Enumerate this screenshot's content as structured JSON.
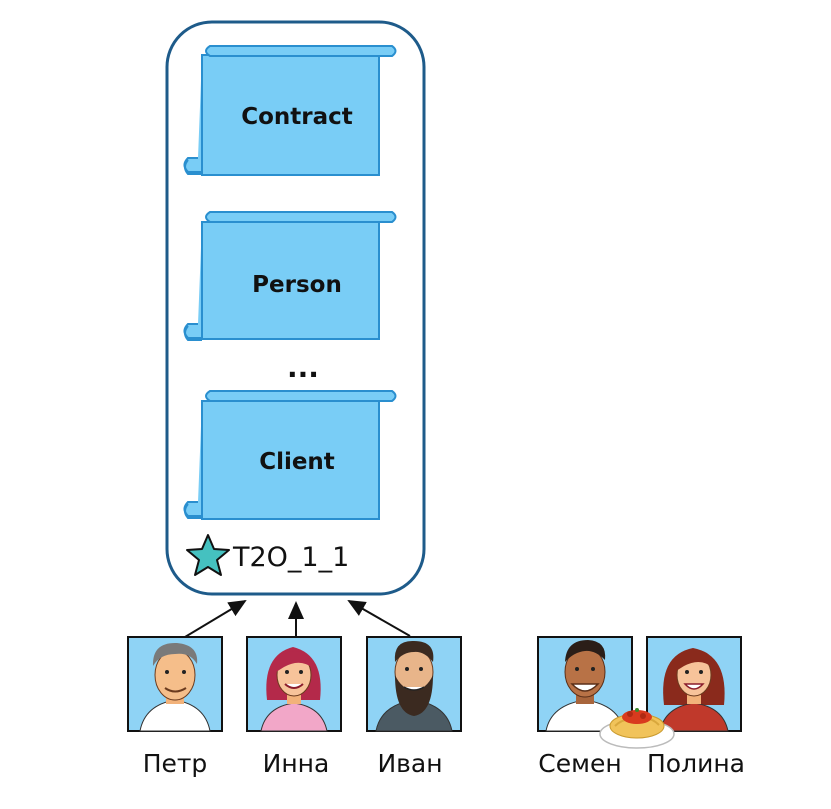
{
  "container": {
    "tag_label": "T2O_1_1",
    "entities": [
      {
        "label": "Contract"
      },
      {
        "label": "Person"
      },
      {
        "label": "Client"
      }
    ],
    "ellipsis": "..."
  },
  "people": [
    {
      "name": "Петр"
    },
    {
      "name": "Инна"
    },
    {
      "name": "Иван"
    },
    {
      "name": "Семен"
    },
    {
      "name": "Полина"
    }
  ],
  "colors": {
    "container_border": "#1e5b8a",
    "scroll_fill": "#79cdf6",
    "scroll_stroke": "#2a8fcf",
    "star_fill": "#45c1c0",
    "avatar_bg": "#8fd3f5"
  },
  "icons": {
    "tag": "star-icon",
    "dish": "spaghetti-plate-icon"
  }
}
